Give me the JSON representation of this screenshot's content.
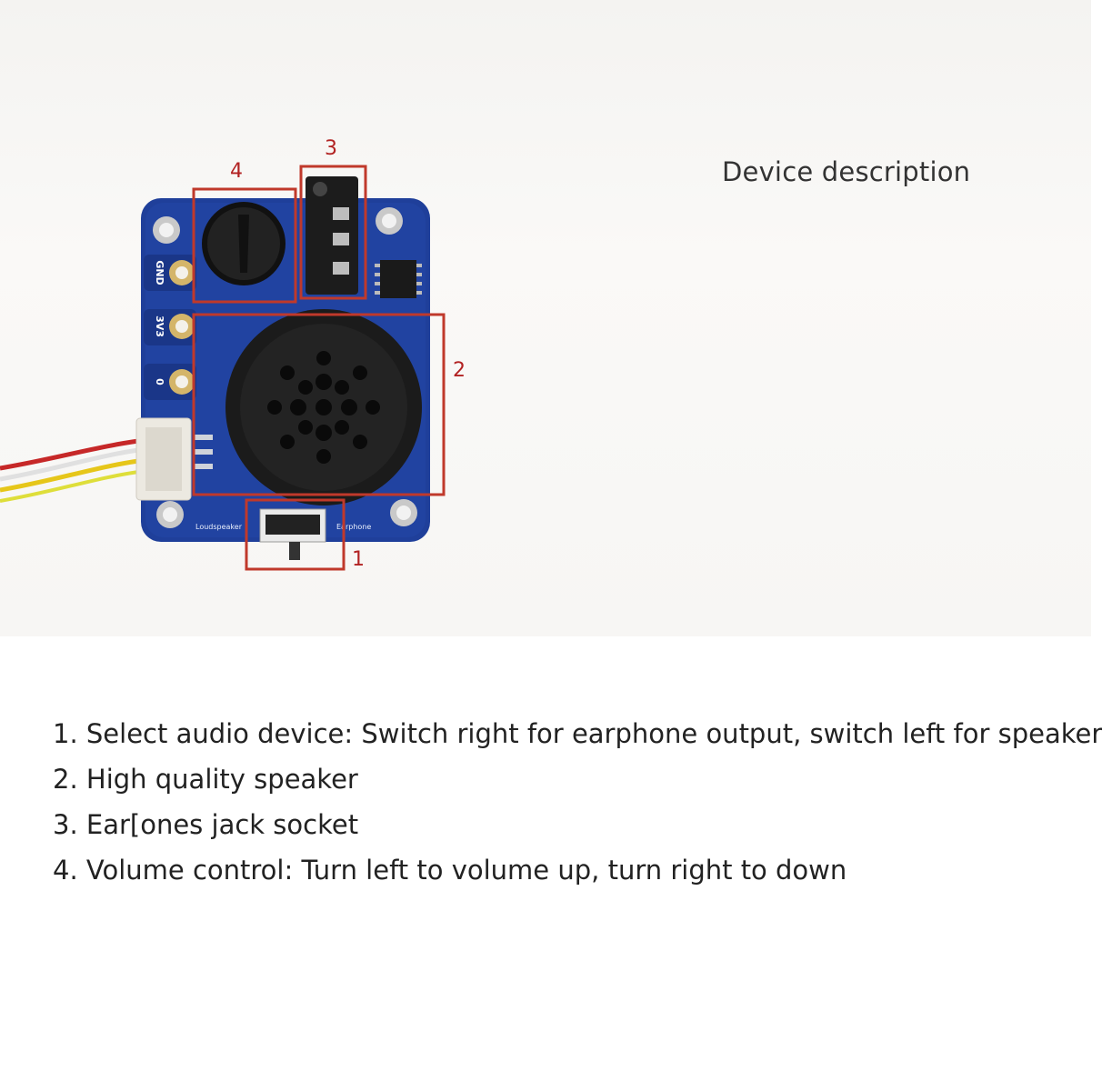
{
  "photo": {
    "title": "Device description",
    "callouts": [
      "1",
      "2",
      "3",
      "4"
    ],
    "board_labels": {
      "gnd": "GND",
      "v33": "3V3",
      "p0": "0",
      "loudspeaker": "Loudspeaker",
      "earphone": "Earphone"
    }
  },
  "description": {
    "items": [
      "1. Select audio device: Switch right for earphone output, switch left for speaker",
      "2. High quality speaker",
      "3. Ear[ones jack socket",
      "4. Volume control: Turn left to volume up, turn right to down"
    ]
  },
  "colors": {
    "pcb": "#1f3f9a",
    "callout_box": "#c0392b",
    "speaker": "#1b1b1b"
  }
}
